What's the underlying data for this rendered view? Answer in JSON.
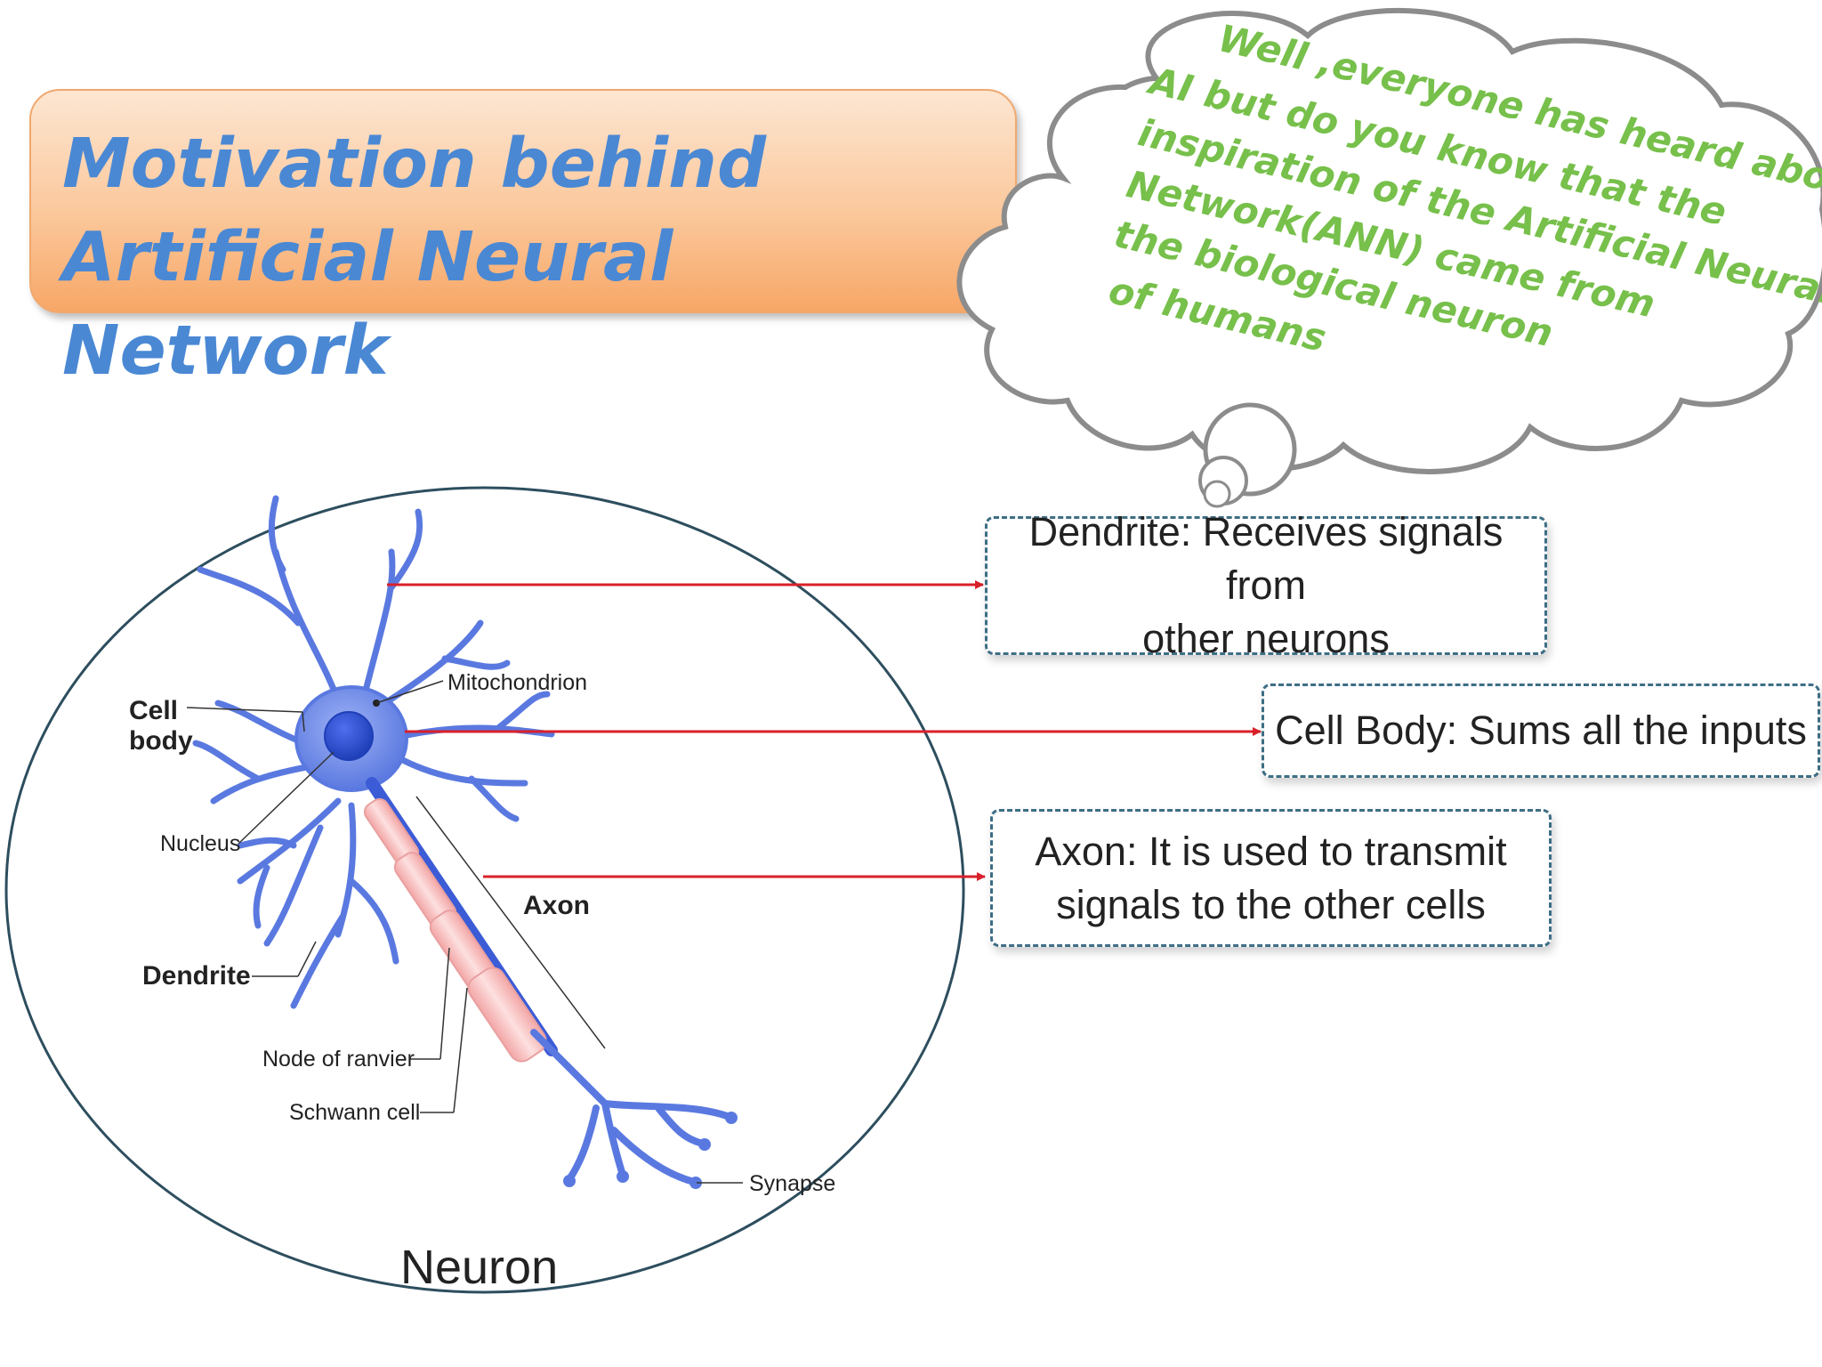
{
  "title": "Motivation behind Artificial Neural Network",
  "thought_bubble": {
    "lines": [
      "Well ,everyone has heard about",
      "AI but do you know that the",
      "inspiration of the Artificial Neural",
      "Network(ANN) came  from",
      "the  biological neuron",
      "of humans"
    ]
  },
  "neuron_diagram": {
    "caption": "Neuron",
    "labels": {
      "cell_body": [
        "Cell",
        "body"
      ],
      "mitochondrion": "Mitochondrion",
      "nucleus": "Nucleus",
      "axon": "Axon",
      "dendrite": "Dendrite",
      "node_of_ranvier": "Node of ranvier",
      "schwann_cell": "Schwann cell",
      "synapse": "Synapse"
    }
  },
  "info_boxes": [
    {
      "lines": [
        "Dendrite: Receives signals from",
        "other neurons"
      ]
    },
    {
      "lines": [
        "Cell Body: Sums all the inputs"
      ]
    },
    {
      "lines": [
        "Axon: It is used to transmit",
        "signals to the other cells"
      ]
    }
  ],
  "colors": {
    "title_text": "#4a88d4",
    "thought_text": "#77c04b",
    "arrow": "#d9202a",
    "neuron": "#5a79e0",
    "box_border": "#3e6e85"
  }
}
